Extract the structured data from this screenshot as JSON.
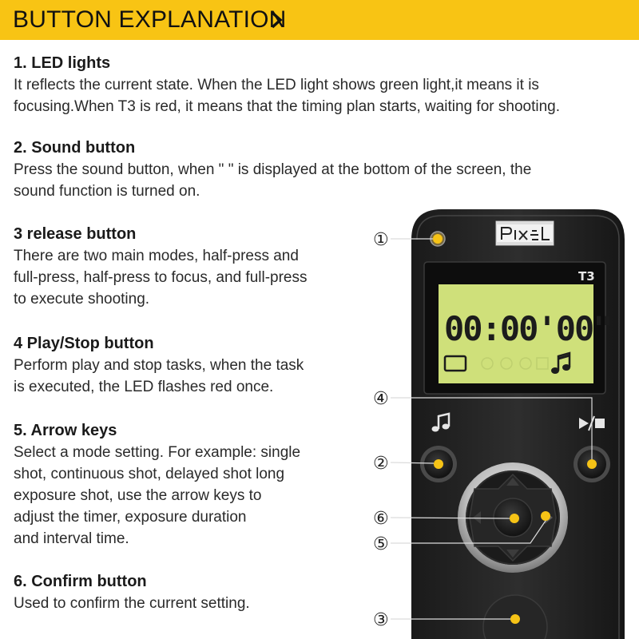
{
  "header": {
    "title": "BUTTON EXPLANATION",
    "arrow_icon": "chevron-right-icon",
    "background": "#f8c414"
  },
  "sections": [
    {
      "title": "1. LED lights",
      "lines": [
        "It reflects the current state. When the LED light shows green light,it means it is",
        "focusing.When T3 is red, it means that the timing plan starts, waiting for shooting."
      ]
    },
    {
      "title": "2. Sound button",
      "lines": [
        "Press the sound button, when \" \" is displayed at the bottom of the screen, the",
        "sound function is turned on."
      ]
    },
    {
      "title": "3 release button",
      "lines": [
        "There are two main modes, half-press and",
        "full-press, half-press to focus, and full-press",
        "to execute shooting."
      ]
    },
    {
      "title": "4 Play/Stop button",
      "lines": [
        "Perform play and stop tasks, when the task",
        "is executed, the LED flashes red once."
      ]
    },
    {
      "title": "5. Arrow keys",
      "lines": [
        "Select a mode setting. For example: single",
        "shot, continuous shot, delayed shot long",
        "exposure shot, use the arrow keys to",
        "adjust the timer, exposure duration",
        "and interval time."
      ]
    },
    {
      "title": "6. Confirm button",
      "lines": [
        "Used to confirm the current setting."
      ]
    }
  ],
  "device": {
    "logo_text": "Pixel",
    "model_label": "T3",
    "lcd_time": "00:00'00\"",
    "sound_icon": "music-note-icon",
    "play_stop_icon": "play-stop-icon",
    "markers": [
      "①",
      "②",
      "③",
      "④",
      "⑤",
      "⑥"
    ],
    "lcd_color": "#cfe07a",
    "dot_color": "#f6c316"
  }
}
